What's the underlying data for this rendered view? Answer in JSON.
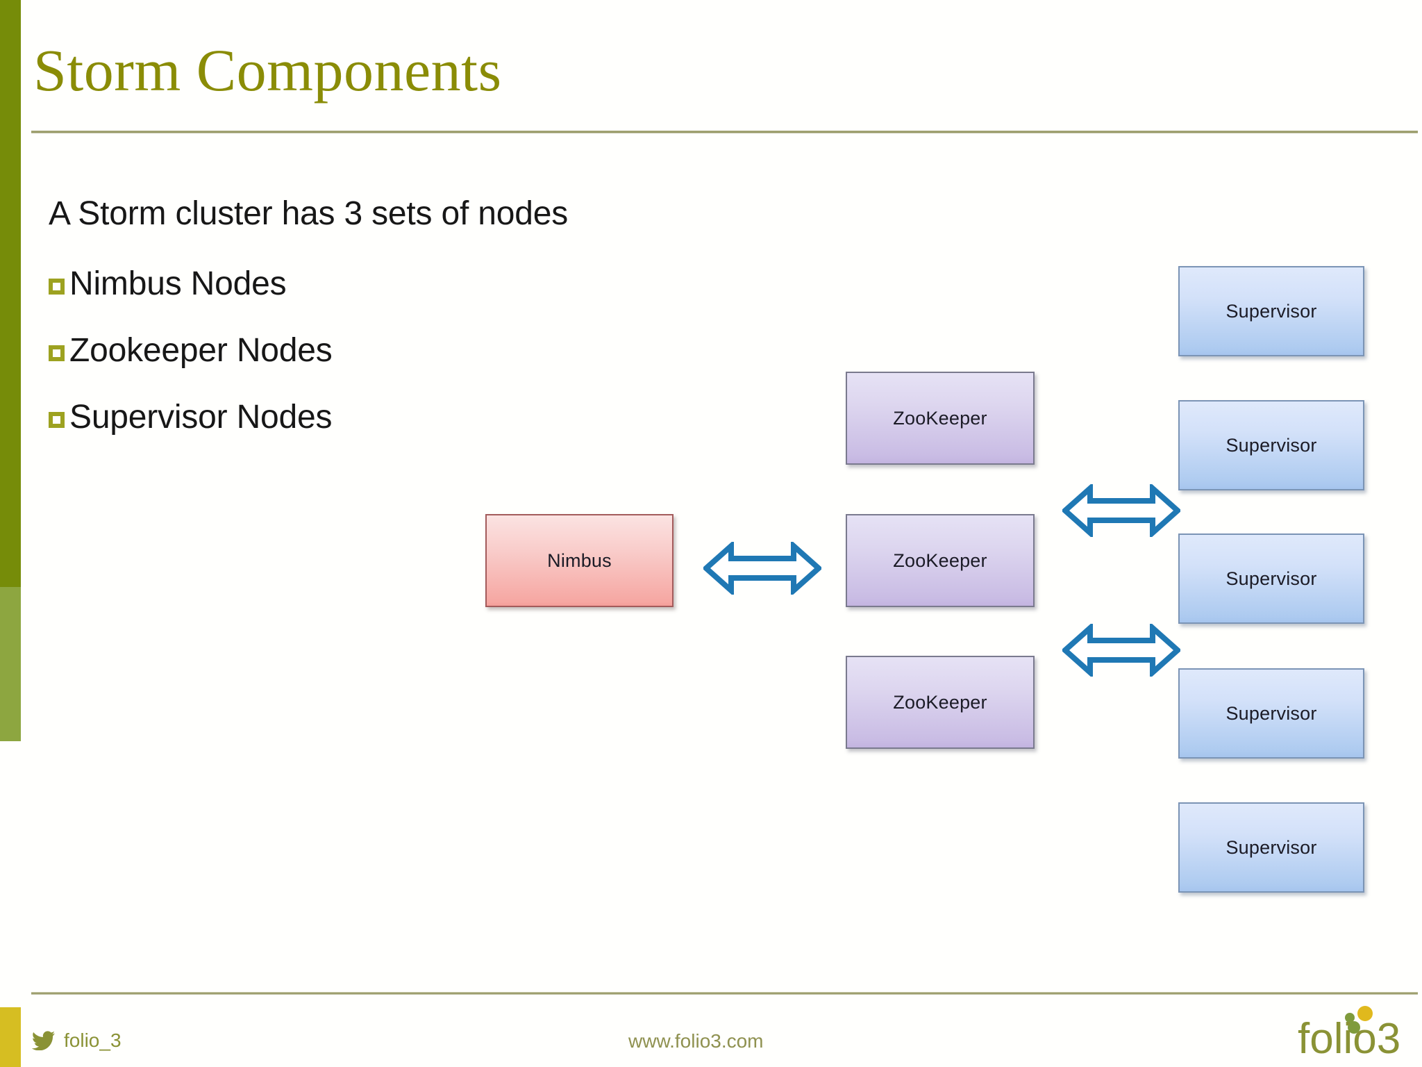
{
  "slide": {
    "title": "Storm Components",
    "lead": "A Storm cluster has 3 sets of nodes",
    "bullets": [
      {
        "label": "Nimbus Nodes"
      },
      {
        "label": "Zookeeper Nodes"
      },
      {
        "label": "Supervisor Nodes"
      }
    ]
  },
  "diagram": {
    "nimbus": {
      "label": "Nimbus"
    },
    "zookeepers": [
      {
        "label": "ZooKeeper"
      },
      {
        "label": "ZooKeeper"
      },
      {
        "label": "ZooKeeper"
      }
    ],
    "supervisors": [
      {
        "label": "Supervisor"
      },
      {
        "label": "Supervisor"
      },
      {
        "label": "Supervisor"
      },
      {
        "label": "Supervisor"
      },
      {
        "label": "Supervisor"
      }
    ],
    "arrows": [
      {
        "name": "nimbus-to-zookeeper"
      },
      {
        "name": "zookeeper-to-supervisor-upper"
      },
      {
        "name": "zookeeper-to-supervisor-lower"
      }
    ]
  },
  "footer": {
    "twitter_handle": "folio_3",
    "website": "www.folio3.com",
    "logo_text": "folio3"
  },
  "colors": {
    "title": "#8a8c06",
    "bullet": "#9da220",
    "accent_bar_top": "#768c09",
    "accent_bar_mid": "#8da640",
    "accent_bar_bottom": "#d6be22",
    "arrow": "#1f78b4",
    "nimbus": "#f6a7a2",
    "zookeeper": "#c9bce4",
    "supervisor": "#aecbf0",
    "footer_text": "#8a9235"
  }
}
